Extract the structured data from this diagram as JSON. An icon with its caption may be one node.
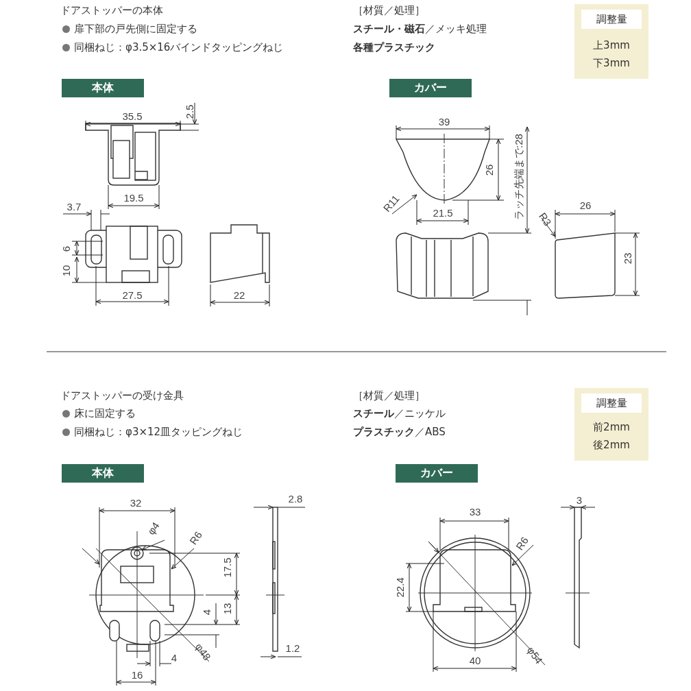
{
  "diagram": {
    "nodes": [
      {
        "text": [
          "上3mm 下3mm"
        ]
      },
      {
        "text": [
          "調整量"
        ],
        "in": 0
      },
      {
        "text": [
          "本体"
        ]
      },
      {
        "text": [
          "カバー"
        ]
      },
      {
        "text": [
          "前2mm 後2mm"
        ]
      },
      {
        "text": [
          "調整量"
        ],
        "in": 4
      },
      {
        "text": [
          "本体"
        ]
      },
      {
        "text": [
          "カバー"
        ]
      }
    ],
    "edges": [],
    "labels": [
      "ドアストッパーの本体",
      "扉下部の戸先側に固定する",
      "同梱ねじ：φ3.5×16バインドタッピングねじ",
      "［材質／処理］",
      "**スチール・磁石**／メッキ処理",
      "各種プラスチック",
      "35.5",
      "2.5",
      "19.5",
      "3.7",
      "6",
      "10",
      "27.5",
      "22",
      "39",
      "26",
      "R11",
      "21.5",
      "ラッチ先端まで:28",
      "26",
      "R3",
      "23",
      "ドアストッパーの受け金具",
      "床に固定する",
      "同梱ねじ：φ3×12皿タッピングねじ",
      "［材質／処理］",
      "**スチール**／ニッケル",
      "**プラスチック**／ABS",
      "32",
      "φ4",
      "R6",
      "17.5",
      "13",
      "4",
      "4",
      "φ48",
      "16",
      "2.8",
      "1.2",
      "33",
      "R6",
      "22.4",
      "φ54",
      "40",
      "3"
    ]
  }
}
